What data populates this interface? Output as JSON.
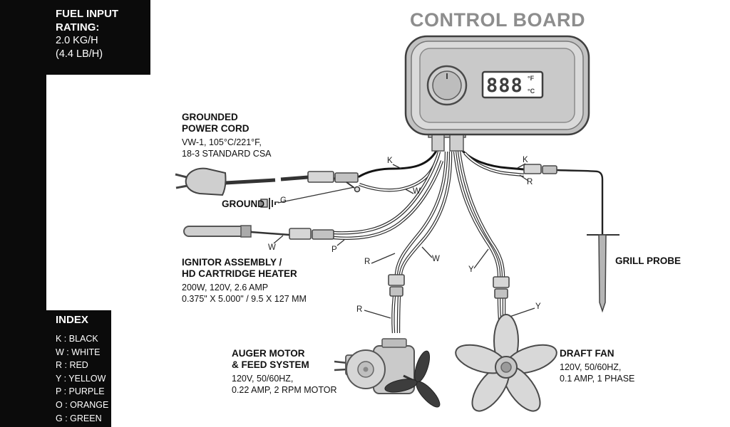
{
  "sidebar": {
    "fuel_input": {
      "title_line1": "FUEL INPUT",
      "title_line2": "RATING:",
      "value_line1": "2.0 KG/H",
      "value_line2": "(4.4 LB/H)"
    },
    "index": {
      "title": "INDEX",
      "entries": [
        "K : BLACK",
        "W : WHITE",
        "R : RED",
        "Y : YELLOW",
        "P : PURPLE",
        "O : ORANGE",
        "G : GREEN"
      ]
    }
  },
  "diagram": {
    "title": "CONTROL BOARD",
    "control_board": {
      "display_digits": "888",
      "display_unit_top": "°F",
      "display_unit_bottom": "°C"
    },
    "components": {
      "power_cord": {
        "title_line1": "GROUNDED",
        "title_line2": "POWER CORD",
        "desc_line1": "VW-1, 105°C/221°F,",
        "desc_line2": "18-3 STANDARD CSA"
      },
      "ground": {
        "label": "GROUND"
      },
      "ignitor": {
        "title_line1": "IGNITOR ASSEMBLY /",
        "title_line2": "HD CARTRIDGE HEATER",
        "desc_line1": "200W, 120V, 2.6 AMP",
        "desc_line2": "0.375\" X 5.000\" /  9.5 X 127 MM"
      },
      "auger_motor": {
        "title_line1": "AUGER MOTOR",
        "title_line2": "& FEED SYSTEM",
        "desc_line1": "120V, 50/60HZ,",
        "desc_line2": "0.22 AMP, 2 RPM MOTOR"
      },
      "draft_fan": {
        "title_line1": "DRAFT FAN",
        "desc_line1": "120V, 50/60HZ,",
        "desc_line2": "0.1 AMP, 1 PHASE"
      },
      "grill_probe": {
        "label": "GRILL PROBE"
      }
    },
    "wire_labels": [
      "K",
      "W",
      "K",
      "R",
      "W",
      "P",
      "R",
      "W",
      "Y",
      "R",
      "Y",
      "G"
    ]
  }
}
